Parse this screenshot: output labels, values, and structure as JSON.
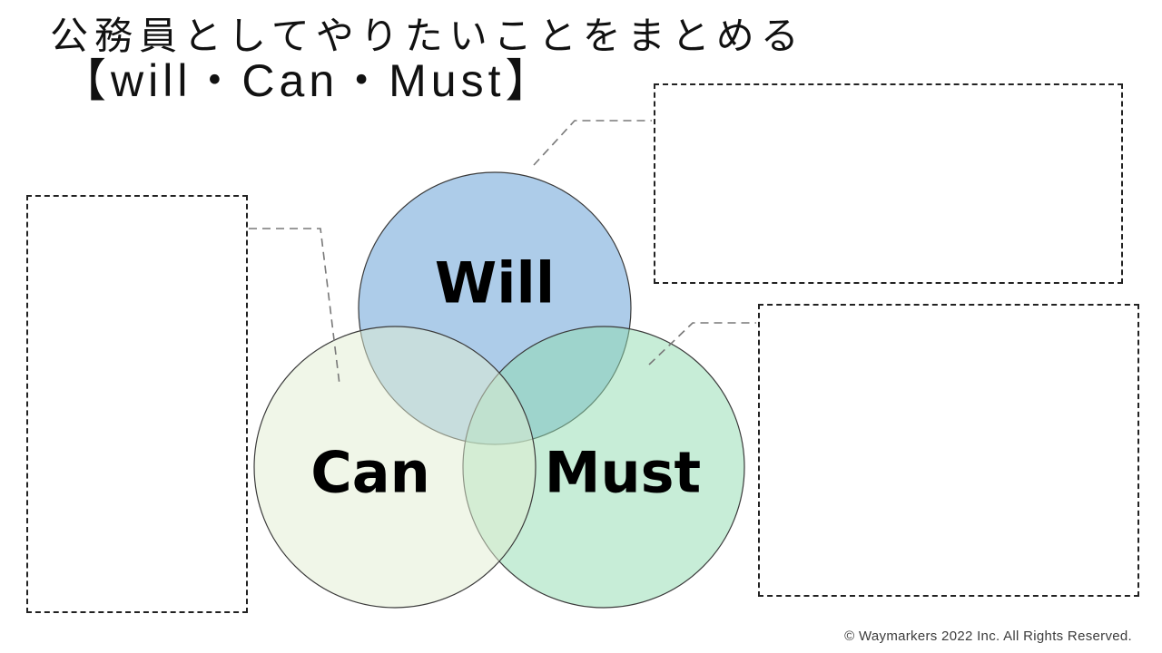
{
  "slide": {
    "title_line1": "公務員としてやりたいことをまとめる",
    "title_line2": "【will・Can・Must】",
    "footer": "© Waymarkers 2022 Inc. All Rights Reserved."
  },
  "venn": {
    "type": "venn-diagram",
    "stroke_color": "#3a3a3a",
    "circles": [
      {
        "id": "will",
        "label": "Will",
        "fill": "#adcce9"
      },
      {
        "id": "must",
        "label": "Must",
        "fill": "rgba(143,219,175,0.5)",
        "solo_color": "#c7edd7"
      },
      {
        "id": "can",
        "label": "Can",
        "fill": "rgba(225,237,209,0.5)",
        "solo_color": "#f0f6e8"
      }
    ],
    "connector_color": "#787878"
  },
  "callouts": [
    {
      "id": "left-box",
      "content": ""
    },
    {
      "id": "top-right-box",
      "content": ""
    },
    {
      "id": "bottom-right-box",
      "content": ""
    }
  ]
}
